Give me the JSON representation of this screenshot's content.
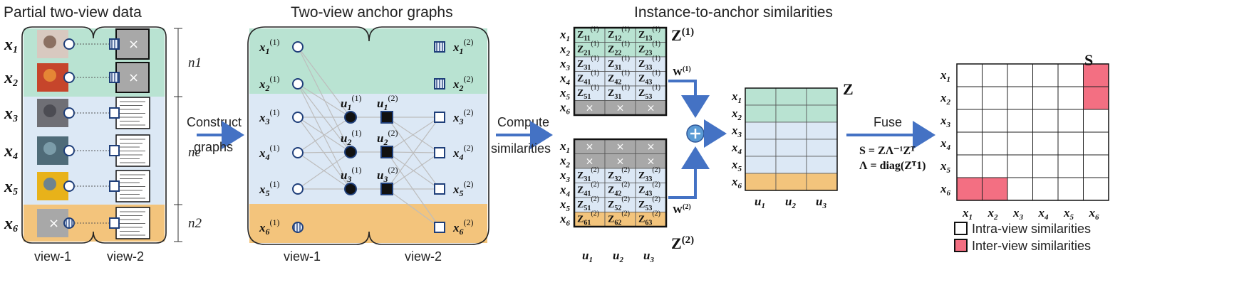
{
  "titles": {
    "partial": "Partial two-view data",
    "graphs": "Two-view anchor graphs",
    "similarities": "Instance-to-anchor similarities"
  },
  "instances": [
    "x1",
    "x2",
    "x3",
    "x4",
    "x5",
    "x6"
  ],
  "view_labels": {
    "view1": "view-1",
    "view2": "view-2"
  },
  "group_labels": {
    "n1": "n1",
    "nc": "nc",
    "n2": "n2"
  },
  "arrows": {
    "construct_line1": "Construct",
    "construct_line2": "graphs",
    "compute_line1": "Compute",
    "compute_line2": "similarities",
    "fuse": "Fuse"
  },
  "anchors_view1": [
    "u1(1)",
    "u2(1)",
    "u3(1)"
  ],
  "anchors_view2": [
    "u1(2)",
    "u2(2)",
    "u3(2)"
  ],
  "z1_cells": [
    [
      "Z11(1)",
      "Z12(1)",
      "Z13(1)"
    ],
    [
      "Z21(1)",
      "Z22(1)",
      "Z23(1)"
    ],
    [
      "Z31(1)",
      "Z31(1)",
      "Z33(1)"
    ],
    [
      "Z41(1)",
      "Z42(1)",
      "Z43(1)"
    ],
    [
      "Z51(1)",
      "Z31(1)",
      "Z53(1)"
    ],
    [
      "×",
      "×",
      "×"
    ]
  ],
  "z2_cells": [
    [
      "×",
      "×",
      "×"
    ],
    [
      "×",
      "×",
      "×"
    ],
    [
      "Z31(2)",
      "Z32(2)",
      "Z33(2)"
    ],
    [
      "Z41(2)",
      "Z42(2)",
      "Z43(2)"
    ],
    [
      "Z51(2)",
      "Z52(2)",
      "Z53(2)"
    ],
    [
      "Z61(2)",
      "Z62(2)",
      "Z63(2)"
    ]
  ],
  "matrix_labels": {
    "z1": "Z(1)",
    "z2": "Z(2)",
    "z": "Z",
    "s": "S",
    "w1": "W(1)",
    "w2": "W(2)"
  },
  "column_labels": [
    "u1",
    "u2",
    "u3"
  ],
  "formulas": {
    "line1": "S = ZΛ⁻¹Zᵀ",
    "line2": "Λ = diag(Zᵀ1)"
  },
  "legend": {
    "intra": "Intra-view similarities",
    "inter": "Inter-view similarities"
  },
  "colors": {
    "green": "#b9e3d2",
    "blue": "#dce8f5",
    "orange": "#f3c47c",
    "gray": "#a8a8a8",
    "node_blue": "#1f3f7a",
    "arrow": "#4472c4",
    "pink": "#f36f82"
  },
  "s_matrix_highlights": [
    [
      0,
      5
    ],
    [
      1,
      5
    ],
    [
      5,
      0
    ],
    [
      5,
      1
    ]
  ]
}
